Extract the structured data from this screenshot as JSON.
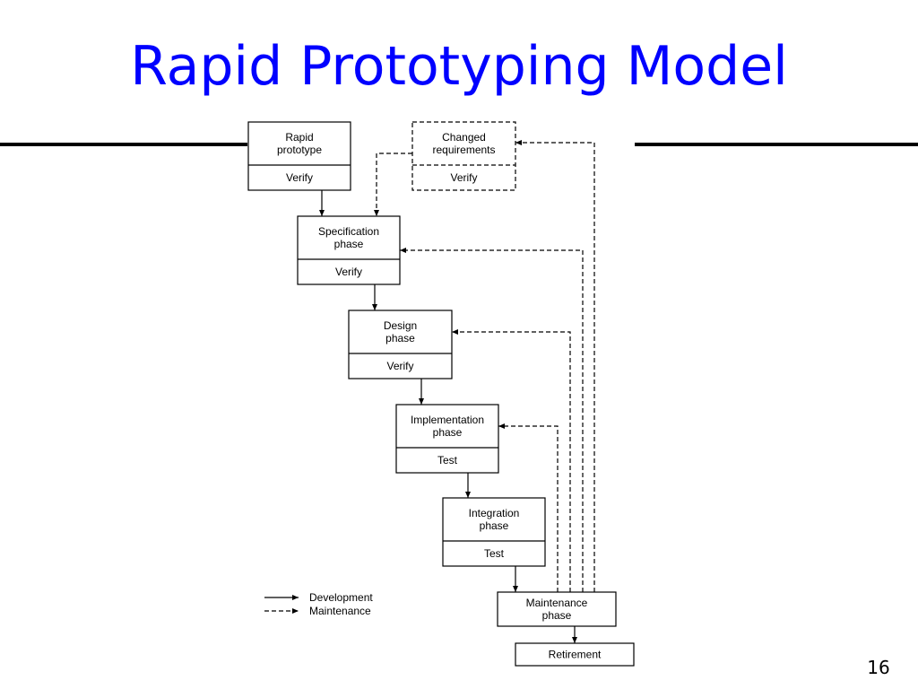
{
  "slide": {
    "title": "Rapid Prototyping Model",
    "page_number": "16"
  },
  "diagram": {
    "boxes": [
      {
        "id": "rapid-prototype",
        "lines": [
          "Rapid",
          "prototype"
        ],
        "action": "Verify",
        "style": "solid"
      },
      {
        "id": "changed-requirements",
        "lines": [
          "Changed",
          "requirements"
        ],
        "action": "Verify",
        "style": "dashed"
      },
      {
        "id": "specification-phase",
        "lines": [
          "Specification",
          "phase"
        ],
        "action": "Verify",
        "style": "solid"
      },
      {
        "id": "design-phase",
        "lines": [
          "Design",
          "phase"
        ],
        "action": "Verify",
        "style": "solid"
      },
      {
        "id": "implementation-phase",
        "lines": [
          "Implementation",
          "phase"
        ],
        "action": "Test",
        "style": "solid"
      },
      {
        "id": "integration-phase",
        "lines": [
          "Integration",
          "phase"
        ],
        "action": "Test",
        "style": "solid"
      },
      {
        "id": "maintenance-phase",
        "lines": [
          "Maintenance",
          "phase"
        ],
        "action": "",
        "style": "solid"
      },
      {
        "id": "retirement",
        "lines": [
          "Retirement"
        ],
        "action": "",
        "style": "solid"
      }
    ],
    "edges": [
      {
        "from": "rapid-prototype",
        "to": "specification-phase",
        "type": "development"
      },
      {
        "from": "changed-requirements",
        "to": "specification-phase",
        "type": "maintenance"
      },
      {
        "from": "specification-phase",
        "to": "design-phase",
        "type": "development"
      },
      {
        "from": "design-phase",
        "to": "implementation-phase",
        "type": "development"
      },
      {
        "from": "implementation-phase",
        "to": "integration-phase",
        "type": "development"
      },
      {
        "from": "integration-phase",
        "to": "maintenance-phase",
        "type": "development"
      },
      {
        "from": "maintenance-phase",
        "to": "retirement",
        "type": "development"
      },
      {
        "from": "maintenance-phase",
        "to": "implementation-phase",
        "type": "maintenance"
      },
      {
        "from": "maintenance-phase",
        "to": "design-phase",
        "type": "maintenance"
      },
      {
        "from": "maintenance-phase",
        "to": "specification-phase",
        "type": "maintenance"
      },
      {
        "from": "maintenance-phase",
        "to": "changed-requirements",
        "type": "maintenance"
      }
    ],
    "legend": {
      "development": "Development",
      "maintenance": "Maintenance"
    }
  }
}
